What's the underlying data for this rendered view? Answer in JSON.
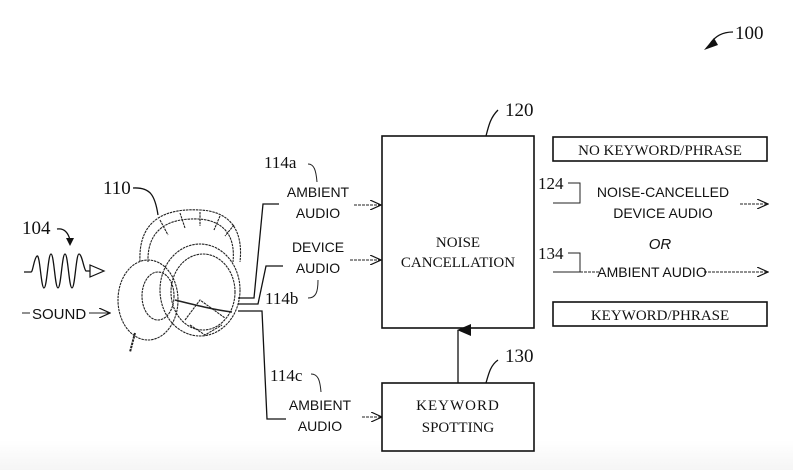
{
  "figure": {
    "ref_overall": "100",
    "sound_input": {
      "ref": "104",
      "label": "SOUND"
    },
    "headphones": {
      "ref": "110"
    },
    "signals": [
      {
        "ref": "114a",
        "line1": "AMBIENT",
        "line2": "AUDIO"
      },
      {
        "ref": "114b",
        "line1": "DEVICE",
        "line2": "AUDIO"
      },
      {
        "ref": "114c",
        "line1": "AMBIENT",
        "line2": "AUDIO"
      }
    ],
    "noise_cancellation": {
      "ref": "120",
      "line1": "NOISE",
      "line2": "CANCELLATION"
    },
    "keyword_spotting": {
      "ref": "130",
      "line1": "KEYWORD",
      "line2": "SPOTTING"
    },
    "outputs": {
      "no_keyword_label": "NO KEYWORD/PHRASE",
      "keyword_label": "KEYWORD/PHRASE",
      "or_label": "OR",
      "output_a": {
        "ref": "124",
        "line1": "NOISE-CANCELLED",
        "line2": "DEVICE AUDIO"
      },
      "output_b": {
        "ref": "134",
        "line1": "AMBIENT AUDIO"
      }
    }
  }
}
